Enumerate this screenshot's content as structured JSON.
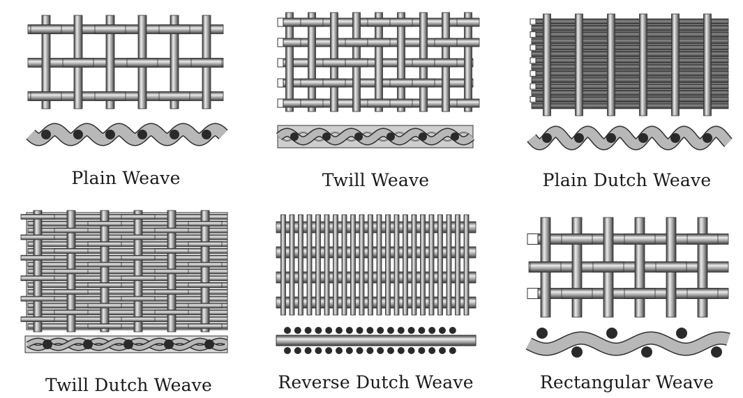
{
  "colors": {
    "wire_light": "#ececec",
    "wire_mid": "#a4a4a4",
    "wire_dark": "#3a3a3a",
    "strand_flat": "#b8b8b8",
    "bead": "#2a2a2a",
    "background": "#ffffff"
  },
  "panels": [
    {
      "id": "plain-weave",
      "caption": "Plain Weave",
      "pattern": "plain"
    },
    {
      "id": "twill-weave",
      "caption": "Twill Weave",
      "pattern": "twill"
    },
    {
      "id": "plain-dutch-weave",
      "caption": "Plain Dutch Weave",
      "pattern": "plain-dutch"
    },
    {
      "id": "twill-dutch-weave",
      "caption": "Twill Dutch Weave",
      "pattern": "twill-dutch"
    },
    {
      "id": "reverse-dutch-weave",
      "caption": "Reverse Dutch Weave",
      "pattern": "reverse-dutch"
    },
    {
      "id": "rectangular-weave",
      "caption": "Rectangular Weave",
      "pattern": "rectangular"
    }
  ]
}
